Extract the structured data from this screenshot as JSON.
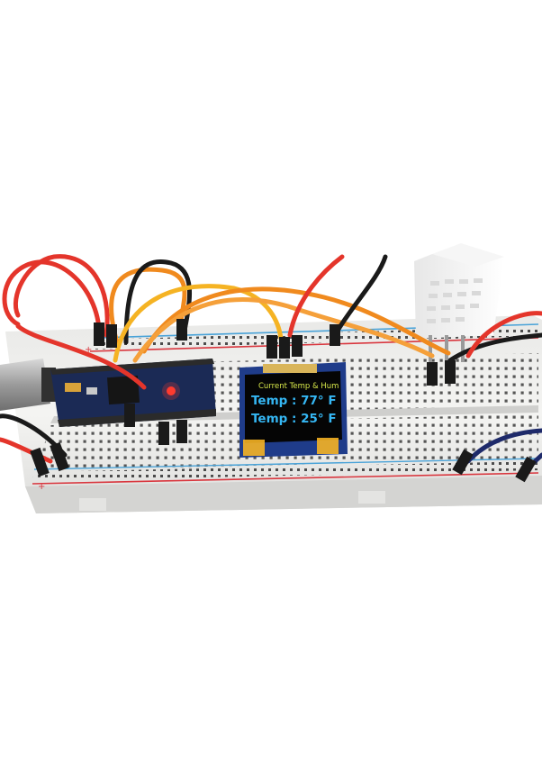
{
  "scene": {
    "description_colors": {
      "breadboard": "#f1f1ef",
      "rail_blue": "#4aa3d8",
      "rail_red": "#d9363e",
      "wire_red": "#e4352b",
      "wire_orange": "#f08a1e",
      "wire_yellow": "#f5b323",
      "wire_black": "#1a1a1a",
      "oled_blue_text": "#35b7f4",
      "oled_yellow_text": "#d8e84a",
      "pcb_blue": "#1f3c8a",
      "arduino_pcb": "#1b2a55"
    }
  },
  "oled": {
    "header": "Current Temp & Hum",
    "line1": "Temp : 77° F",
    "line2": "Temp : 25° F"
  }
}
